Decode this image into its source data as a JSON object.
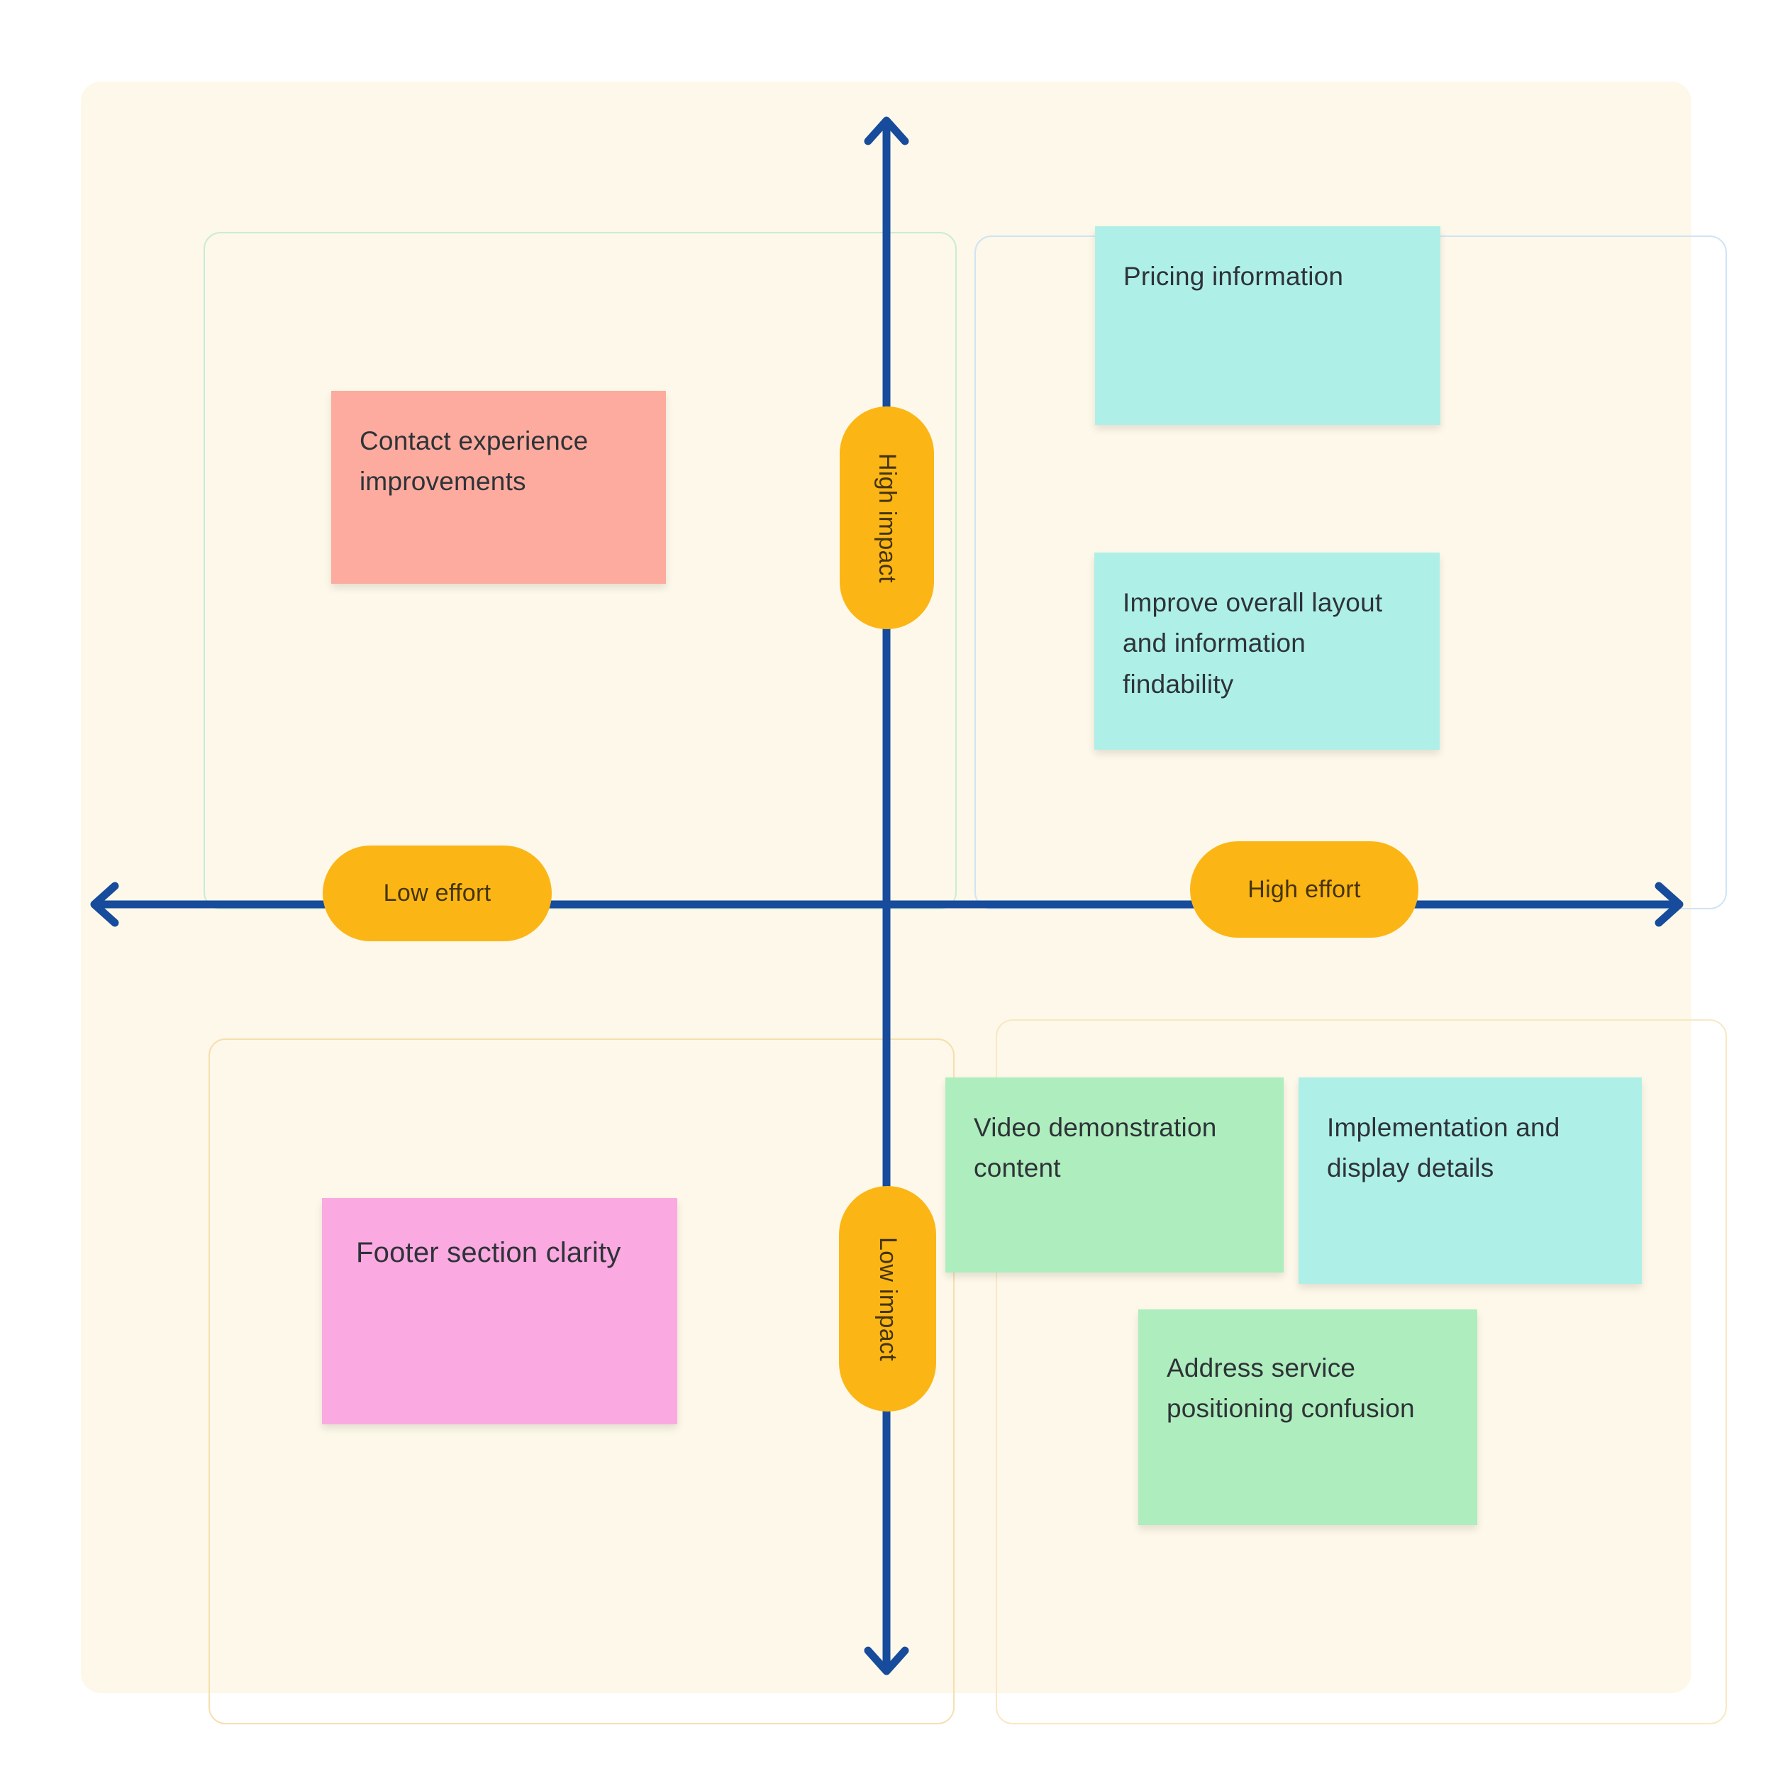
{
  "board": {
    "type": "impact-effort-matrix",
    "background_color": "#FDF8E9",
    "axis_color": "#174B9B",
    "axis_label_pill_color": "#FBB616",
    "axis_labels": {
      "top": "High impact",
      "bottom": "Low impact",
      "left": "Low effort",
      "right": "High effort"
    },
    "quadrant_border_colors": {
      "high_impact_low_effort": "#CBEBD5",
      "high_impact_high_effort": "#CFE4F5",
      "low_impact_low_effort": "#F6DFAF",
      "low_impact_high_effort": "#F8E8C4"
    }
  },
  "stickies": [
    {
      "text": "Contact experience improvements",
      "color": "#FCAB9E",
      "quadrant": "high-impact-low-effort"
    },
    {
      "text": "Pricing information",
      "color": "#AEF0E8",
      "quadrant": "high-impact-high-effort"
    },
    {
      "text": "Improve overall layout and information findability",
      "color": "#AEF0E8",
      "quadrant": "high-impact-high-effort"
    },
    {
      "text": "Footer section clarity",
      "color": "#FBA9E1",
      "quadrant": "low-impact-low-effort"
    },
    {
      "text": "Video demonstration content",
      "color": "#AEEDBD",
      "quadrant": "low-impact-high-effort"
    },
    {
      "text": "Implementation and display details",
      "color": "#AEF0E8",
      "quadrant": "low-impact-high-effort"
    },
    {
      "text": "Address service positioning confusion",
      "color": "#AEEDBD",
      "quadrant": "low-impact-high-effort"
    }
  ]
}
